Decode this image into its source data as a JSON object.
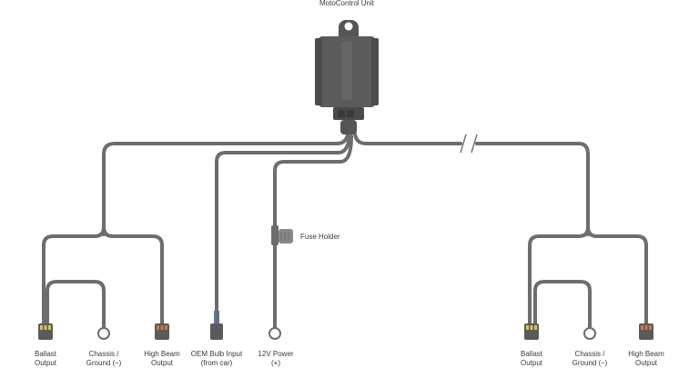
{
  "title": "MotoControl Unit",
  "fuse_label": "Fuse Holder",
  "colors": {
    "wire": "#6d6d6d",
    "unit_body": "#5b5b5b",
    "unit_dark": "#444444",
    "connector_pin_yellow": "#d8c94a",
    "connector_pin_orange": "#c87a4a",
    "connector_pin_blue": "#4a7ac8"
  },
  "left_group": {
    "ballast": [
      "Ballast",
      "Output"
    ],
    "chassis": [
      "Chassis /",
      "Ground (–)"
    ],
    "high_beam": [
      "High Beam",
      "Output"
    ]
  },
  "oem": [
    "OEM Bulb Input",
    "(from car)"
  ],
  "power": [
    "12V Power",
    "(+)"
  ],
  "right_group": {
    "ballast": [
      "Ballast",
      "Output"
    ],
    "chassis": [
      "Chassis /",
      "Ground (–)"
    ],
    "high_beam": [
      "High Beam",
      "Output"
    ]
  }
}
